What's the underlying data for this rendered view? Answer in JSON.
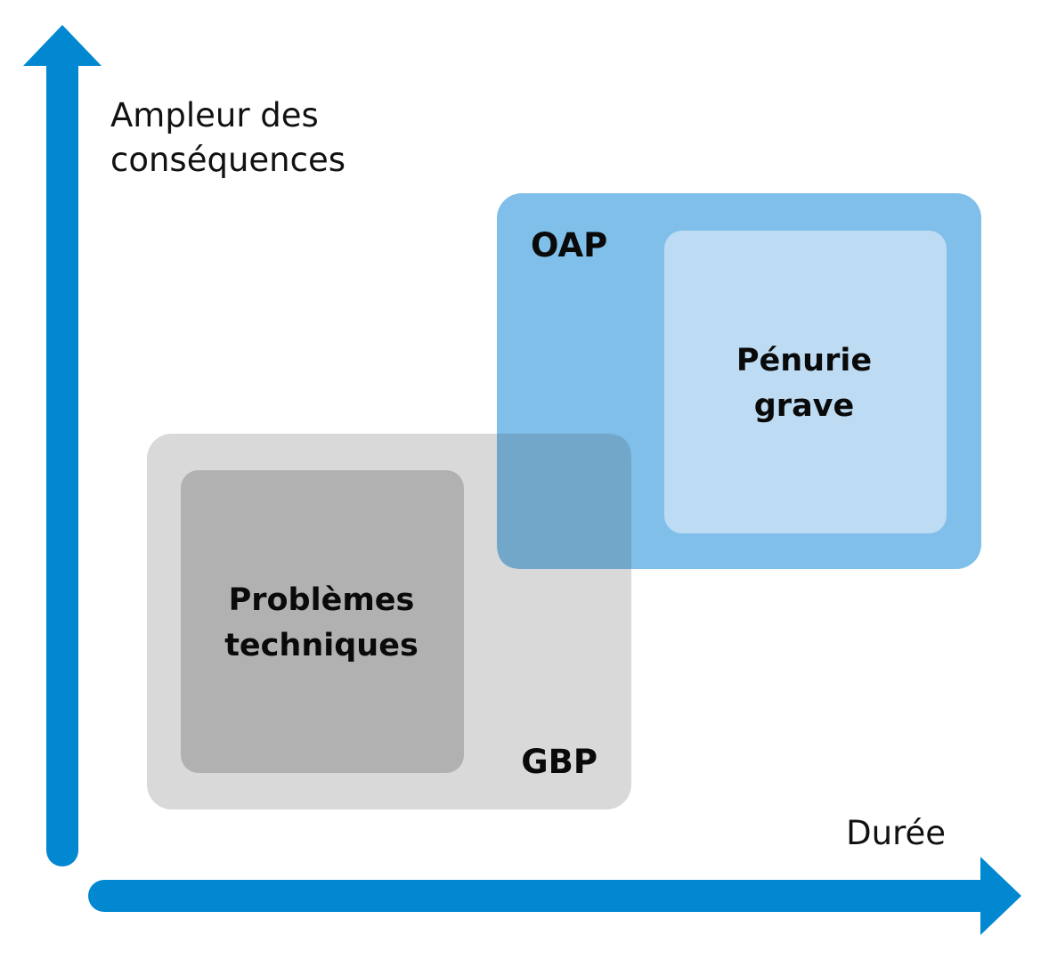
{
  "axes": {
    "y_label_line1": "Ampleur des",
    "y_label_line2": "conséquences",
    "x_label": "Durée",
    "color": "#0288d1"
  },
  "zones": {
    "gbp": {
      "label": "GBP",
      "color": "#d9d9d9",
      "inner": {
        "line1": "Problèmes",
        "line2": "techniques",
        "color": "#b1b1b1"
      }
    },
    "oap": {
      "label": "OAP",
      "color": "#7fbfe9",
      "inner": {
        "line1": "Pénurie",
        "line2": "grave",
        "color": "#bddcf4"
      },
      "overlap_color": "#72a7c9"
    }
  }
}
